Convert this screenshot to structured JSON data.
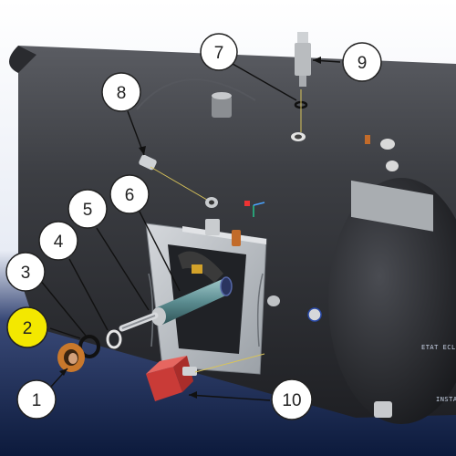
{
  "callouts": [
    {
      "id": "1",
      "label": "1",
      "highlight": false
    },
    {
      "id": "2",
      "label": "2",
      "highlight": true
    },
    {
      "id": "3",
      "label": "3",
      "highlight": false
    },
    {
      "id": "4",
      "label": "4",
      "highlight": false
    },
    {
      "id": "5",
      "label": "5",
      "highlight": false
    },
    {
      "id": "6",
      "label": "6",
      "highlight": false
    },
    {
      "id": "7",
      "label": "7",
      "highlight": false
    },
    {
      "id": "8",
      "label": "8",
      "highlight": false
    },
    {
      "id": "9",
      "label": "9",
      "highlight": false
    },
    {
      "id": "10",
      "label": "10",
      "highlight": false
    }
  ],
  "overlay_text": {
    "etat": "ETAT ECLA",
    "instant": "INSTAN"
  },
  "colors": {
    "background_top": "#ffffff",
    "background_bottom": "#0c1a3c",
    "tank": "#3b3d42",
    "highlight": "#f3e800",
    "frame": "#b8bcc1",
    "heater_red": "#d8453f",
    "gasket_orange": "#c9782c"
  }
}
